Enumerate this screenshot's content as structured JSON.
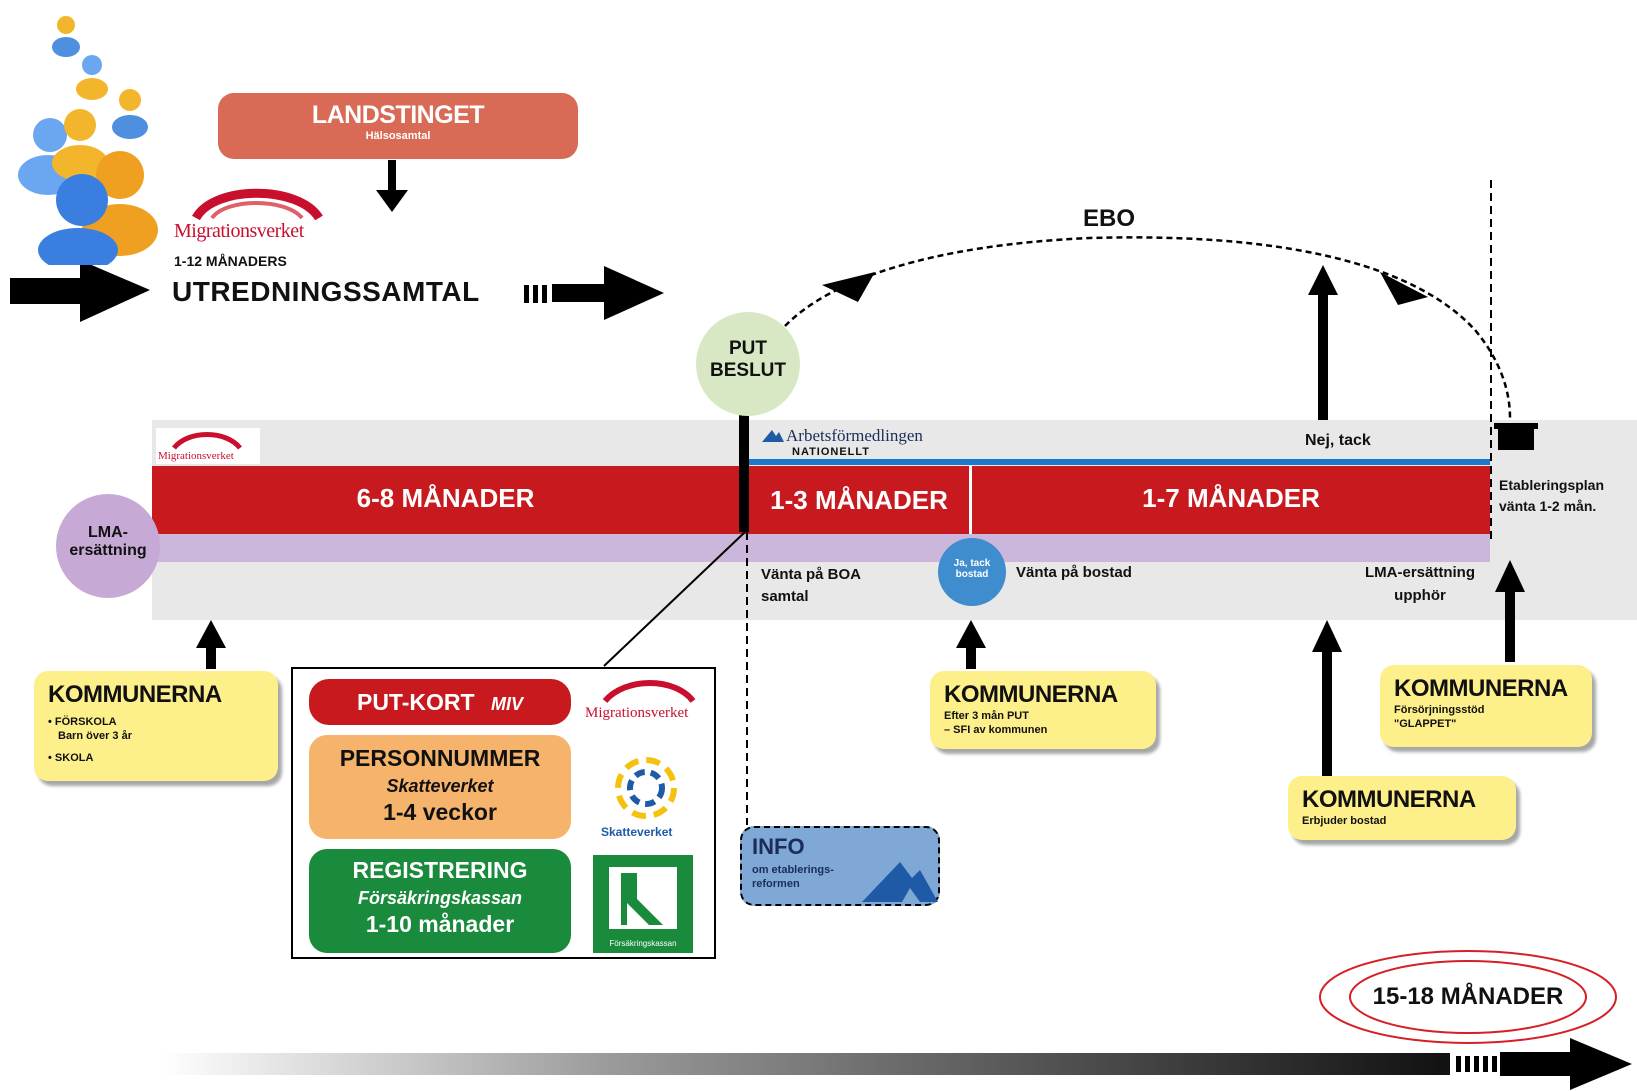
{
  "colors": {
    "red": "#c8191e",
    "gray_band": "#e8e8e8",
    "purple_band": "#cbb6dc",
    "blue_line": "#1f77c9",
    "yellow_box": "#fdf08a",
    "landsting": "#d96a55",
    "put_circle": "#d9e8c4",
    "lma_circle": "#c7a9d6",
    "ja_tack_circle": "#3f8ccf",
    "orange": "#f6b36c",
    "green": "#1a8a3c",
    "info_box": "#7fa8d6",
    "oval": "#d61f26"
  },
  "icons": [
    "people-icon",
    "migrationsverket-logo",
    "arbetsformedlingen-logo",
    "skatteverket-logo",
    "forsakringskassan-logo"
  ],
  "landstinget": {
    "title": "LANDSTINGET",
    "subtitle": "Hälsosamtal"
  },
  "migrationsverket": {
    "logo_text": "Migrationsverket",
    "months": "1-12 MÅNADERS",
    "utredning": "UTREDNINGSSAMTAL"
  },
  "ebo": "EBO",
  "put_beslut": {
    "line1": "PUT",
    "line2": "BESLUT"
  },
  "band_logo_left": "Migrationsverket",
  "arbetsformedlingen": {
    "name": "Arbetsförmedlingen",
    "sub": "NATIONELLT"
  },
  "nej_tack": "Nej, tack",
  "red_band": {
    "seg1": "6-8 MÅNADER",
    "seg2": "1-3 MÅNADER",
    "seg3": "1-7 MÅNADER"
  },
  "etablering": {
    "line1": "Etableringsplan",
    "line2": "vänta 1-2 mån."
  },
  "lma": {
    "line1": "LMA-",
    "line2": "ersättning"
  },
  "below_band": {
    "vanta_boa_1": "Vänta på BOA",
    "vanta_boa_2": "samtal",
    "ja_tack_1": "Ja, tack",
    "ja_tack_2": "bostad",
    "vanta_bostad": "Vänta på bostad",
    "lma_upphor_1": "LMA-ersättning",
    "lma_upphor_2": "upphör"
  },
  "kommun1": {
    "title": "KOMMUNERNA",
    "item1a": "• FÖRSKOLA",
    "item1b": "Barn över 3 år",
    "item2": "• SKOLA"
  },
  "kommun2": {
    "title": "KOMMUNERNA",
    "line1": "Efter 3 mån PUT",
    "line2": "– SFI av kommunen"
  },
  "kommun3": {
    "title": "KOMMUNERNA",
    "line1": "Försörjningsstöd",
    "line2": "\"GLAPPET\""
  },
  "kommun4": {
    "title": "KOMMUNERNA",
    "line1": "Erbjuder bostad"
  },
  "process_box": {
    "put_kort": "PUT-KORT",
    "miv": "MIV",
    "logo_migr": "Migrationsverket",
    "personnummer": "PERSONNUMMER",
    "skatteverket": "Skatteverket",
    "pn_time": "1-4 veckor",
    "skatte_logo": "Skatteverket",
    "registrering": "REGISTRERING",
    "forsakring": "Försäkringskassan",
    "reg_time": "1-10 månader",
    "fk_logo": "Försäkringskassan"
  },
  "info": {
    "title": "INFO",
    "line1": "om etablerings-",
    "line2": "reformen"
  },
  "total": "15-18 MÅNADER"
}
